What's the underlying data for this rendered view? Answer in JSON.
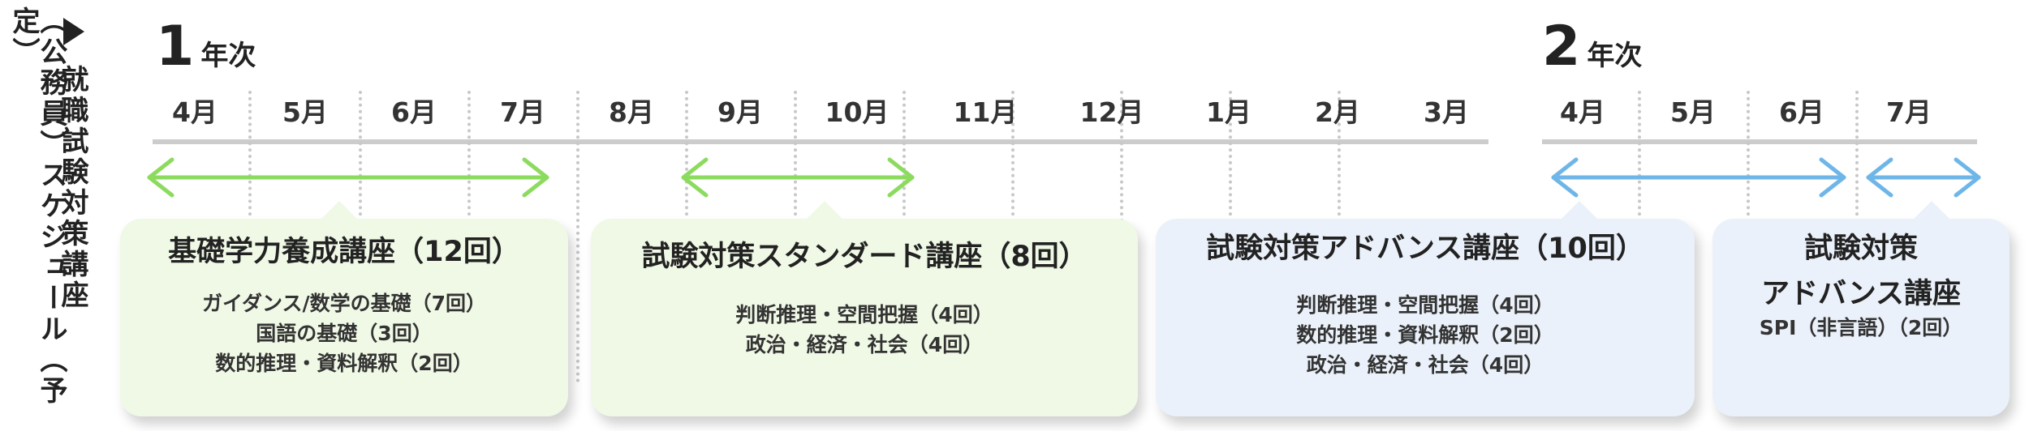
{
  "side": {
    "label_outer": "（公務員）スケジュール（予定）",
    "label_inner": "就職試験対策講座"
  },
  "timeline": {
    "year1": {
      "number": "1",
      "label": "年次"
    },
    "year2": {
      "number": "2",
      "label": "年次"
    },
    "months_year1": [
      "4月",
      "5月",
      "6月",
      "7月",
      "8月",
      "9月",
      "10月",
      "11月",
      "12月",
      "1月",
      "2月",
      "3月"
    ],
    "months_year2": [
      "4月",
      "5月",
      "6月",
      "7月"
    ]
  },
  "colors": {
    "green": "#8cdb5e",
    "blue": "#6fb6e8",
    "green_bg": "#f0f9e6",
    "blue_bg": "#ebf1fa"
  },
  "courses": [
    {
      "title": "基礎学力養成講座（12回）",
      "details": [
        "ガイダンス/数学の基礎（7回）",
        "国語の基礎（3回）",
        "数的推理・資料解釈（2回）"
      ]
    },
    {
      "title": "試験対策スタンダード講座（8回）",
      "details": [
        "判断推理・空間把握（4回）",
        "政治・経済・社会（4回）"
      ]
    },
    {
      "title": "試験対策アドバンス講座（10回）",
      "details": [
        "判断推理・空間把握（4回）",
        "数的推理・資料解釈（2回）",
        "政治・経済・社会（4回）"
      ]
    },
    {
      "title_lines": [
        "試験対策",
        "アドバンス講座"
      ],
      "details": [
        "SPI（非言語）（2回）"
      ]
    }
  ]
}
